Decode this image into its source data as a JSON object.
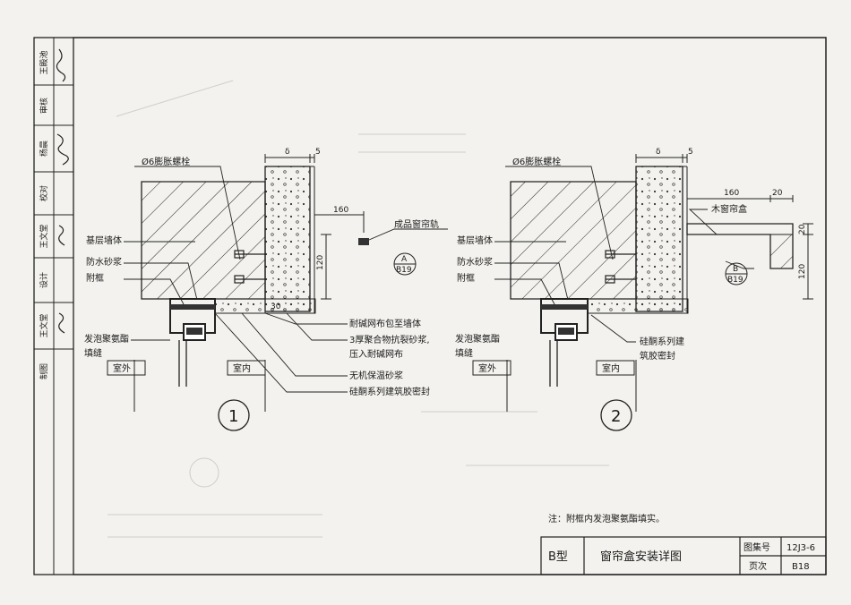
{
  "sidebar": {
    "roles": [
      "王殿池",
      "审核",
      "杨晨",
      "校对",
      "王文堂",
      "设计",
      "王文堂",
      "制图"
    ],
    "signatures": [
      "签名1",
      "签名2",
      "签名3",
      "签名4"
    ]
  },
  "detail1": {
    "bolt": "Ø6膨胀螺栓",
    "wall": "基层墙体",
    "waterproof": "防水砂浆",
    "subframe": "附框",
    "foam_fill_1": "发泡聚氨酯",
    "foam_fill_2": "填缝",
    "outside": "室外",
    "inside": "室内",
    "dim_delta": "δ",
    "dim_5": "5",
    "dim_160": "160",
    "dim_120": "120",
    "dim_30": "30",
    "track": "成品窗帘轨",
    "ref_top": "A",
    "ref_bottom": "B19",
    "note_mesh": "耐碱网布包至墙体",
    "note_mortar_1": "3厚聚合物抗裂砂浆,",
    "note_mortar_2": "压入耐碱网布",
    "note_insul": "无机保温砂浆",
    "note_sealant": "硅酮系列建筑胶密封",
    "number": "1"
  },
  "detail2": {
    "bolt": "Ø6膨胀螺栓",
    "wall": "基层墙体",
    "waterproof": "防水砂浆",
    "subframe": "附框",
    "foam_fill_1": "发泡聚氨酯",
    "foam_fill_2": "填缝",
    "outside": "室外",
    "inside": "室内",
    "dim_delta": "δ",
    "dim_5": "5",
    "dim_160": "160",
    "dim_20": "20",
    "dim_20v": "20",
    "dim_120": "120",
    "box": "木窗帘盒",
    "ref_top": "B",
    "ref_bottom": "B19",
    "sealant_1": "硅酮系列建",
    "sealant_2": "筑胶密封",
    "number": "2"
  },
  "note": "注：附框内发泡聚氨酯填实。",
  "title_block": {
    "type": "B型",
    "title": "窗帘盒安装详图",
    "atlas_label": "图集号",
    "atlas_value": "12J3-6",
    "page_label": "页次",
    "page_value": "B18"
  }
}
